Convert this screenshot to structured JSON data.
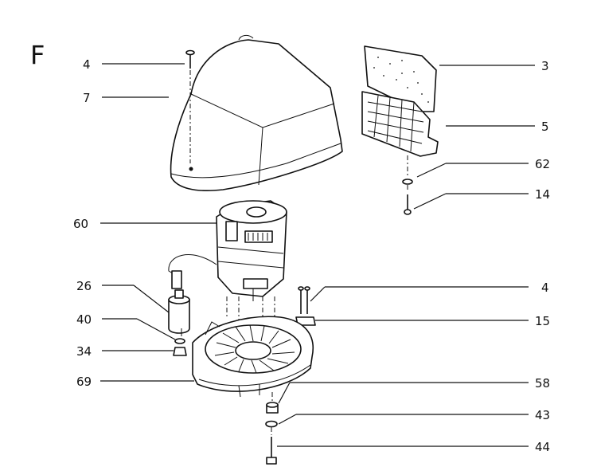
{
  "figure": {
    "section_letter": "F",
    "callouts": [
      {
        "id": "c-4-top",
        "text": "4",
        "part": "cover-screw"
      },
      {
        "id": "c-7",
        "text": "7",
        "part": "motor-cover"
      },
      {
        "id": "c-3",
        "text": "3",
        "part": "filter-foam"
      },
      {
        "id": "c-5",
        "text": "5",
        "part": "filter-grille"
      },
      {
        "id": "c-62",
        "text": "62",
        "part": "washer"
      },
      {
        "id": "c-14",
        "text": "14",
        "part": "screw"
      },
      {
        "id": "c-60",
        "text": "60",
        "part": "motor"
      },
      {
        "id": "c-26",
        "text": "26",
        "part": "capacitor"
      },
      {
        "id": "c-40",
        "text": "40",
        "part": "washer"
      },
      {
        "id": "c-34",
        "text": "34",
        "part": "nut"
      },
      {
        "id": "c-69",
        "text": "69",
        "part": "motor-base"
      },
      {
        "id": "c-4-right",
        "text": "4",
        "part": "motor-screws"
      },
      {
        "id": "c-15",
        "text": "15",
        "part": "bracket"
      },
      {
        "id": "c-58",
        "text": "58",
        "part": "bushing"
      },
      {
        "id": "c-43",
        "text": "43",
        "part": "washer"
      },
      {
        "id": "c-44",
        "text": "44",
        "part": "bolt"
      }
    ]
  }
}
